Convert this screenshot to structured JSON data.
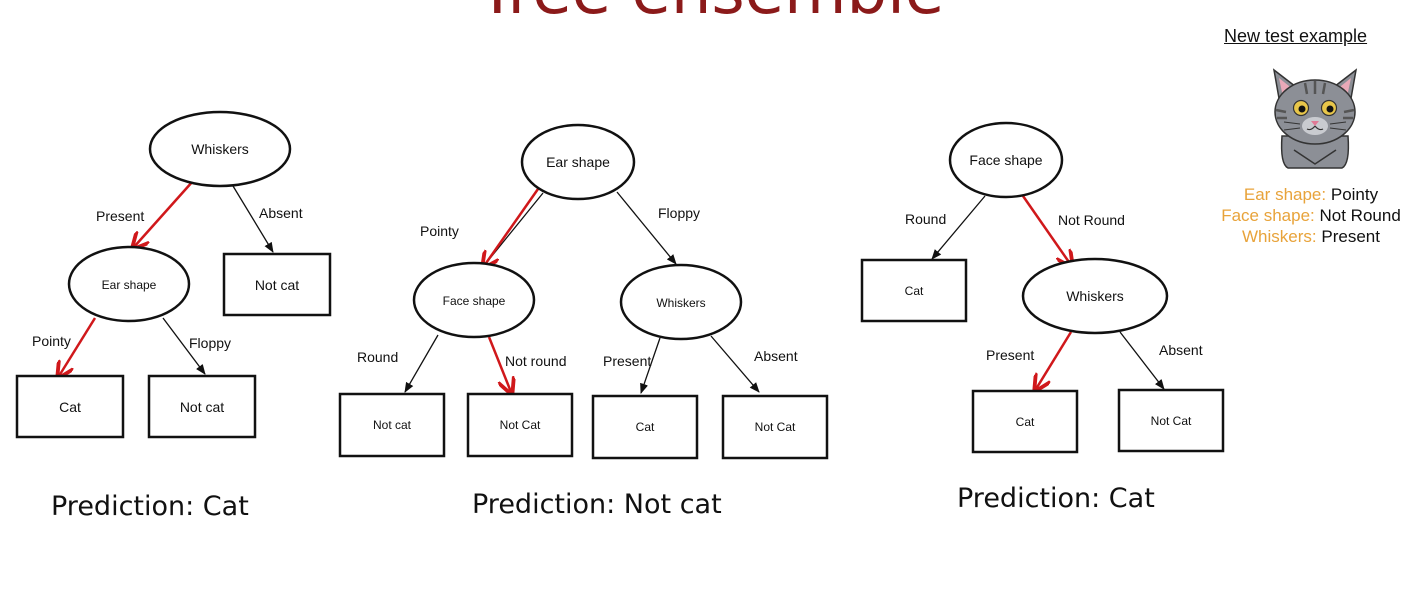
{
  "title": "Tree ensemble",
  "trees": [
    {
      "prediction": "Prediction: Cat",
      "nodes": {
        "root": "Whiskers",
        "mid": "Ear shape",
        "mid_leaf": "Not cat",
        "leaf_left": "Cat",
        "leaf_right": "Not cat"
      },
      "edges": {
        "e1": "Present",
        "e2": "Absent",
        "e3": "Pointy",
        "e4": "Floppy"
      }
    },
    {
      "prediction": "Prediction: Not cat",
      "nodes": {
        "root": "Ear shape",
        "left": "Face shape",
        "right": "Whiskers",
        "l1": "Not cat",
        "l2": "Not Cat",
        "l3": "Cat",
        "l4": "Not Cat"
      },
      "edges": {
        "e1": "Pointy",
        "e2": "Floppy",
        "e3": "Round",
        "e4": "Not round",
        "e5": "Present",
        "e6": "Absent"
      }
    },
    {
      "prediction": "Prediction: Cat",
      "nodes": {
        "root": "Face shape",
        "mid_leaf": "Cat",
        "mid": "Whiskers",
        "leaf_left": "Cat",
        "leaf_right": "Not Cat"
      },
      "edges": {
        "e1": "Round",
        "e2": "Not Round",
        "e3": "Present",
        "e4": "Absent"
      }
    }
  ],
  "test_example": {
    "title": "New test example",
    "features": [
      {
        "key": "Ear shape:",
        "value": "Pointy"
      },
      {
        "key": "Face shape:",
        "value": "Not Round"
      },
      {
        "key": "Whiskers:",
        "value": "Present"
      }
    ]
  },
  "colors": {
    "title": "#8b1a1a",
    "highlight_arrow": "#d0181b",
    "feature_key": "#e8a33a"
  }
}
